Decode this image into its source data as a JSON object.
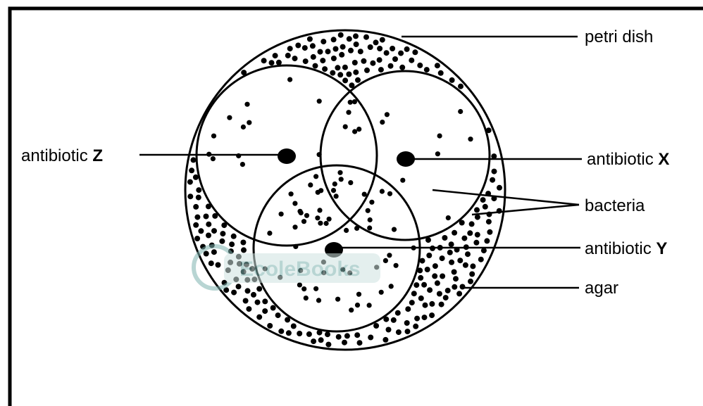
{
  "labels": {
    "petri_dish": "petri dish",
    "antibiotic_z_text": "antibiotic ",
    "antibiotic_z_letter": "Z",
    "antibiotic_x_text": "antibiotic ",
    "antibiotic_x_letter": "X",
    "bacteria": "bacteria",
    "antibiotic_y_text": "antibiotic ",
    "antibiotic_y_letter": "Y",
    "agar": "agar"
  },
  "watermark": {
    "text": "EcoleBooks"
  },
  "colors": {
    "ink": "#000000",
    "watermark": "#7fb3b0"
  }
}
